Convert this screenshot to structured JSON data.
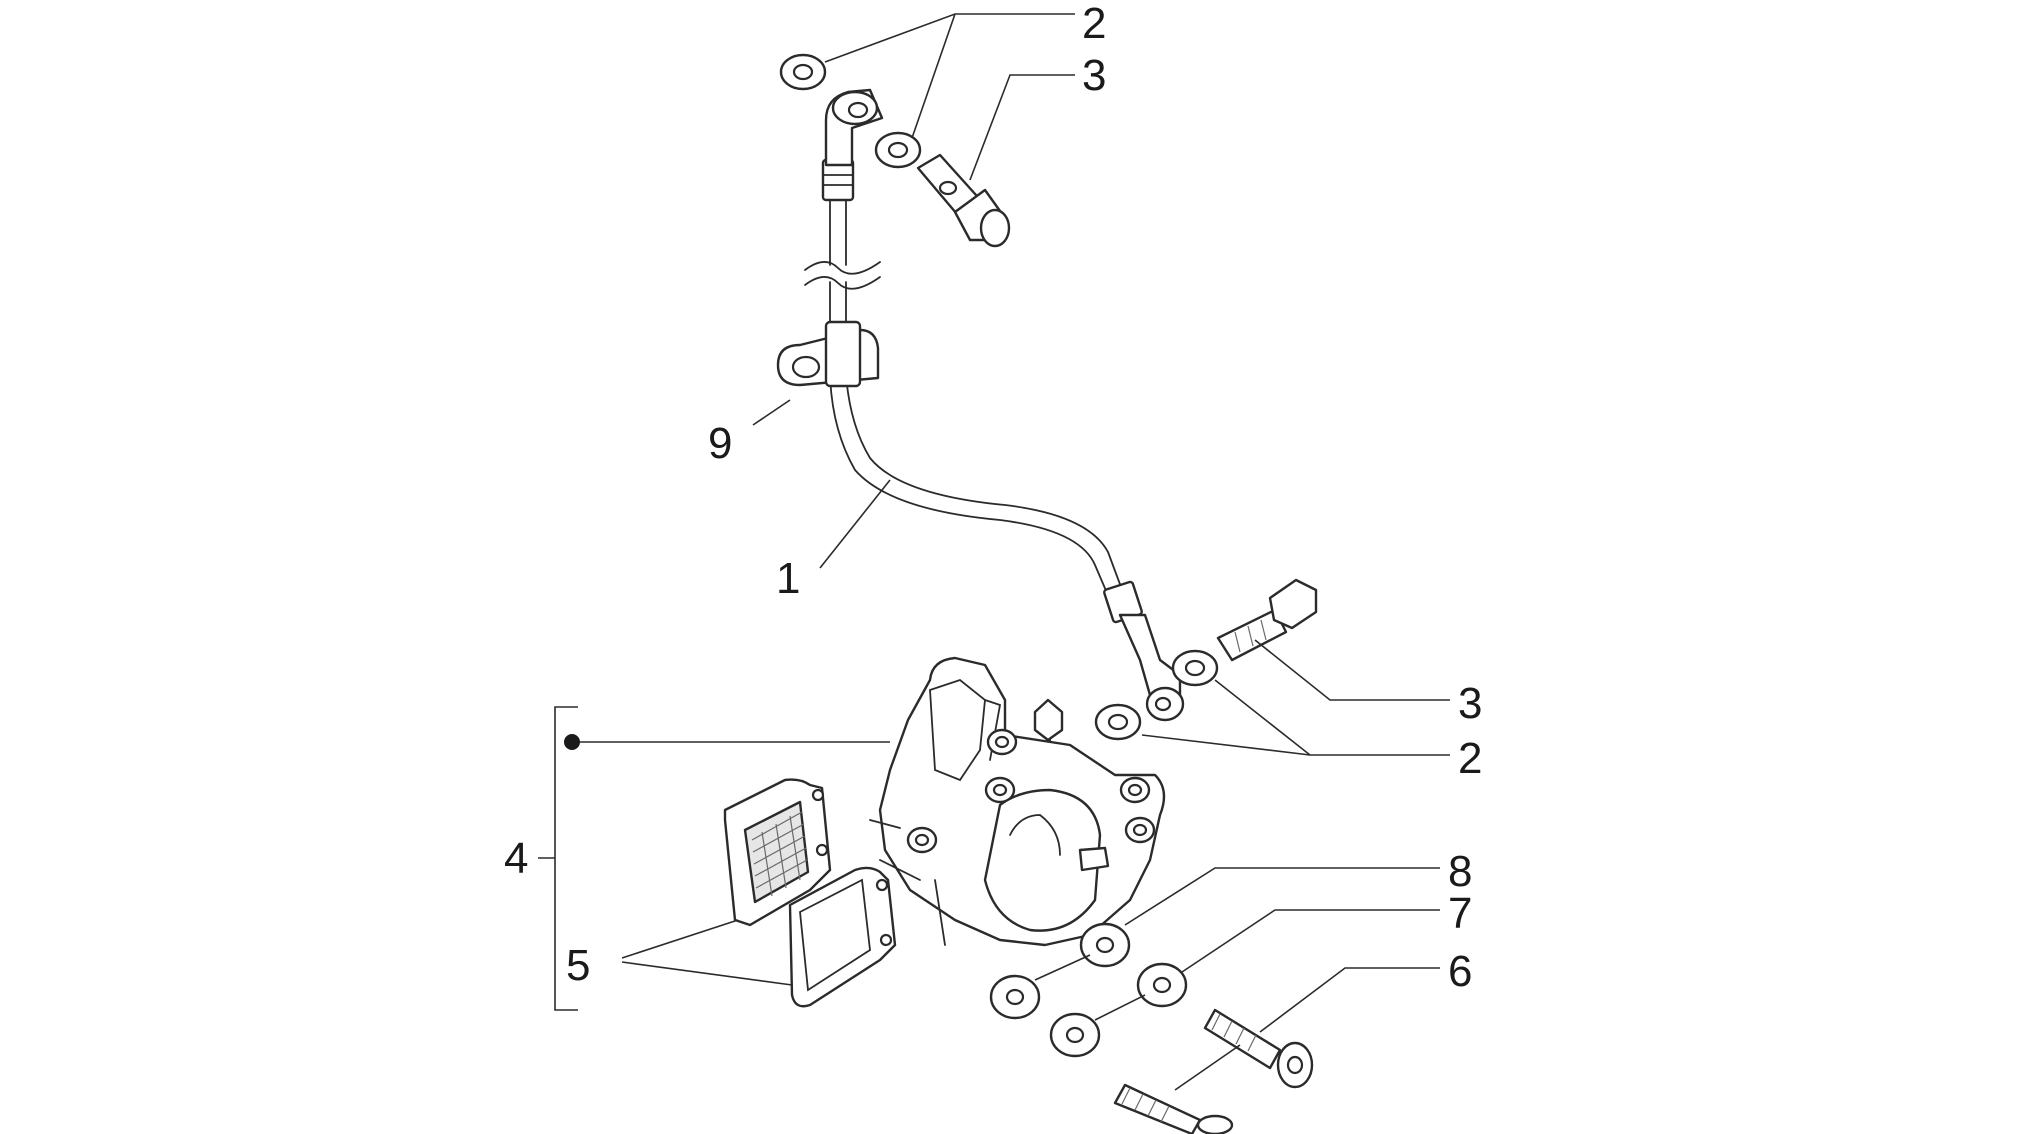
{
  "diagram": {
    "callouts": {
      "hose": "1",
      "washer_top": "2",
      "banjo_bolt_top": "3",
      "banjo_bolt_caliper": "3",
      "washer_caliper": "2",
      "caliper_assembly": "4",
      "brake_pads": "5",
      "caliper_bolt": "6",
      "washer_outer": "7",
      "washer_inner": "8",
      "hose_clamp": "9"
    }
  }
}
